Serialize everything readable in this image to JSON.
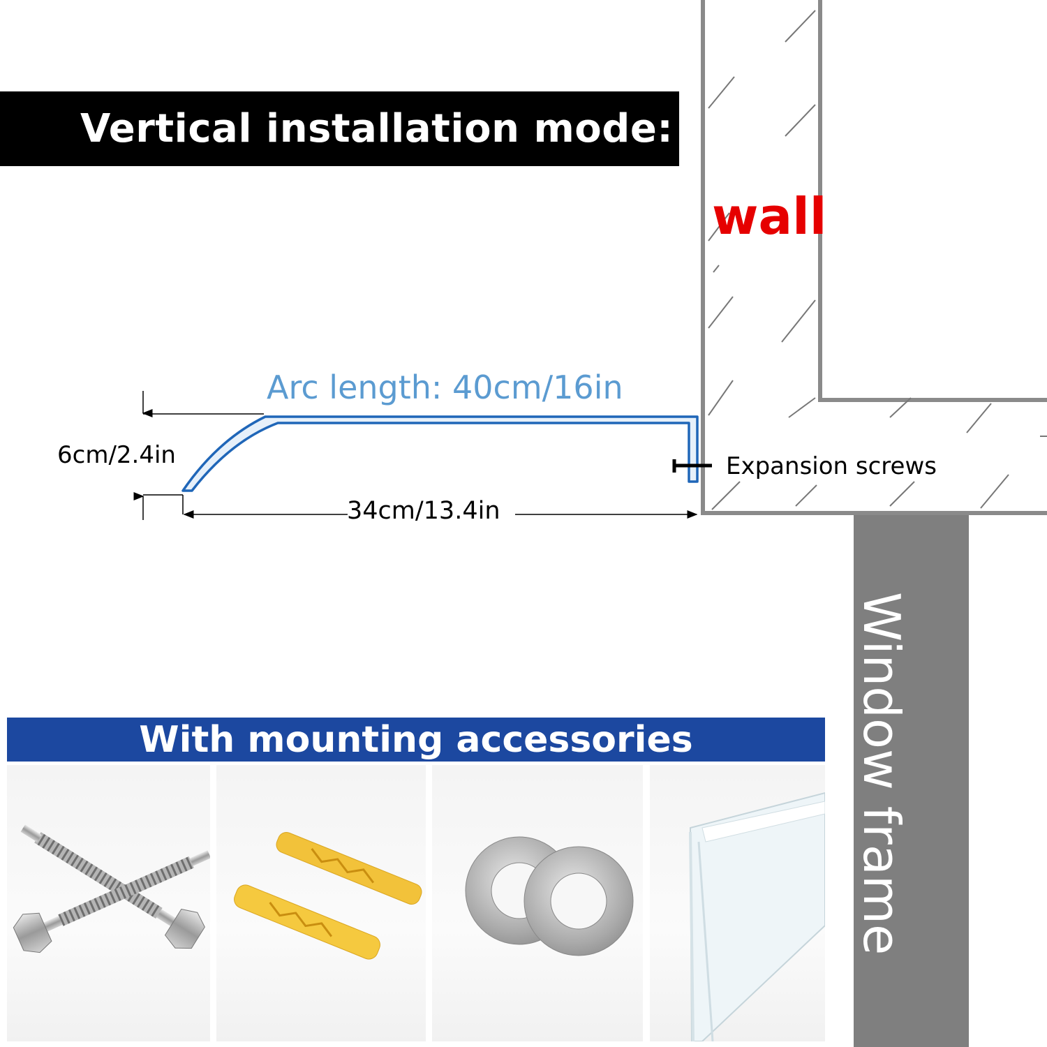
{
  "title": "Vertical installation mode:",
  "labels": {
    "wall": "wall",
    "arc_length": "Arc length: 40cm/16in",
    "height": "6cm/2.4in",
    "width": "34cm/13.4in",
    "screws": "Expansion screws",
    "window_frame": "Window frame"
  },
  "accessories": {
    "header": "With mounting accessories",
    "items": [
      "drill-screws",
      "yellow-wall-anchors",
      "flat-washers",
      "clear-seal-strip"
    ]
  },
  "colors": {
    "wall_label": "#e60000",
    "arc_label": "#5b9bd1",
    "profile_stroke": "#1f66b8",
    "accessory_header_bg": "#1c48a0",
    "window_frame_fill": "#7f7f7f"
  }
}
